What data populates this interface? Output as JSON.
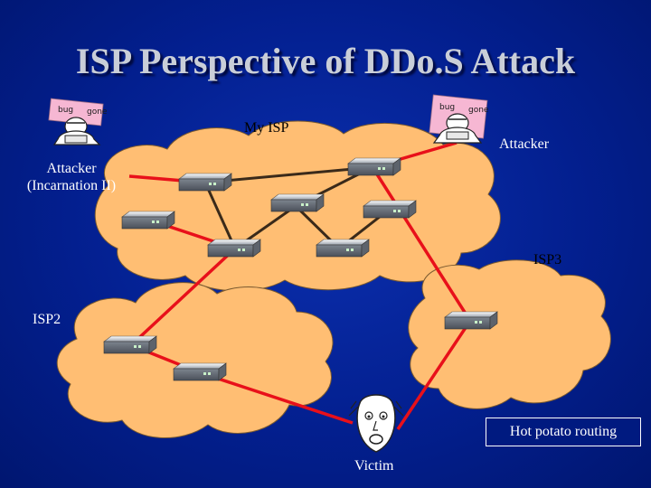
{
  "slide": {
    "title": "ISP Perspective of DDo.S Attack"
  },
  "labels": {
    "my_isp": "My ISP",
    "attacker": "Attacker",
    "attacker2_line1": "Attacker",
    "attacker2_line2": "(Incarnation II)",
    "isp2": "ISP2",
    "isp3": "ISP3",
    "victim": "Victim",
    "hot_potato": "Hot potato routing"
  },
  "icons": {
    "sign_left": "bug",
    "sign_right": "gone",
    "router": "router-icon",
    "hacker": "hacker-icon",
    "victim": "victim-face-icon"
  },
  "colors": {
    "background": "#0a2aa6",
    "cloud": "#ffbe73",
    "red_path": "#e8101a",
    "internal_link": "#3a2a1a",
    "title": "#c9ced8"
  }
}
